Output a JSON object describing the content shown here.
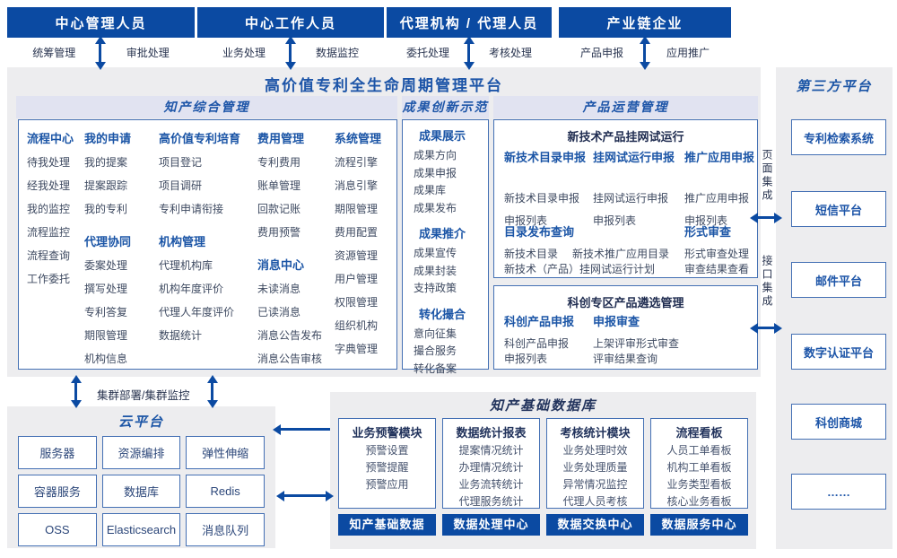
{
  "colors": {
    "bar_blue": "#0b4aa2",
    "accent_blue": "#1d55a8",
    "band_bg": "#e1e3f1",
    "panel_bg": "#ededef",
    "border_blue": "#4470b4",
    "item_text": "#3e4a61",
    "dark_navy": "#1f2c50"
  },
  "actors": [
    {
      "title": "中心管理人员",
      "labels": [
        "统筹管理",
        "审批处理"
      ]
    },
    {
      "title": "中心工作人员",
      "labels": [
        "业务处理",
        "数据监控"
      ]
    },
    {
      "title": "代理机构 / 代理人员",
      "labels": [
        "委托处理",
        "考核处理"
      ]
    },
    {
      "title": "产业链企业",
      "labels": [
        "产品申报",
        "应用推广"
      ]
    }
  ],
  "platform": {
    "title": "高价值专利全生命周期管理平台",
    "ip": {
      "title": "知产综合管理",
      "groups": [
        {
          "title": "流程中心",
          "items": [
            "待我处理",
            "经我处理",
            "我的监控",
            "流程监控",
            "流程查询",
            "工作委托"
          ]
        },
        {
          "title": "我的申请",
          "items": [
            "我的提案",
            "提案跟踪",
            "我的专利"
          ]
        },
        {
          "title": "代理协同",
          "items": [
            "委案处理",
            "撰写处理",
            "专利答复",
            "期限管理",
            "机构信息"
          ]
        },
        {
          "title": "高价值专利培育",
          "items": [
            "项目登记",
            "项目调研",
            "专利申请衔接"
          ]
        },
        {
          "title": "机构管理",
          "items": [
            "代理机构库",
            "机构年度评价",
            "代理人年度评价",
            "数据统计"
          ]
        },
        {
          "title": "费用管理",
          "items": [
            "专利费用",
            "账单管理",
            "回款记账",
            "费用预警"
          ]
        },
        {
          "title": "消息中心",
          "items": [
            "未读消息",
            "已读消息",
            "消息公告发布",
            "消息公告审核"
          ]
        },
        {
          "title": "系统管理",
          "items": [
            "流程引擎",
            "消息引擎",
            "期限管理",
            "费用配置",
            "资源管理",
            "用户管理",
            "权限管理",
            "组织机构",
            "字典管理"
          ]
        }
      ]
    },
    "achievement": {
      "title": "成果创新示范",
      "groups": [
        {
          "title": "成果展示",
          "items": [
            "成果方向",
            "成果申报",
            "成果库",
            "成果发布"
          ]
        },
        {
          "title": "成果推介",
          "items": [
            "成果宣传",
            "成果封装",
            "支持政策"
          ]
        },
        {
          "title": "转化撮合",
          "items": [
            "意向征集",
            "撮合服务",
            "转化备案"
          ]
        }
      ]
    },
    "product": {
      "title": "产品运营管理",
      "box1": {
        "title": "新技术产品挂网试运行",
        "groups": [
          {
            "title": "新技术目录申报",
            "items": [
              "新技术目录申报",
              "申报列表"
            ]
          },
          {
            "title": "挂网试运行申报",
            "items": [
              "挂网试运行申报",
              "申报列表"
            ]
          },
          {
            "title": "推广应用申报",
            "items": [
              "推广应用申报",
              "申报列表"
            ]
          },
          {
            "title": "目录发布查询",
            "items": [
              "新技术目录",
              "新技术推广应用目录",
              "新技术（产品）挂网试运行计划"
            ]
          },
          {
            "title": "形式审查",
            "items": [
              "形式审查处理",
              "审查结果查看"
            ]
          }
        ]
      },
      "box2": {
        "title": "科创专区产品遴选管理",
        "groups": [
          {
            "title": "科创产品申报",
            "items": [
              "科创产品申报",
              "申报列表"
            ]
          },
          {
            "title": "申报审查",
            "items": [
              "上架评审形式审查",
              "评审结果查询"
            ]
          }
        ]
      }
    }
  },
  "cluster_label": "集群部署/集群监控",
  "cloud": {
    "title": "云平台",
    "cells": [
      "服务器",
      "资源编排",
      "弹性伸缩",
      "容器服务",
      "数据库",
      "Redis",
      "OSS",
      "Elasticsearch",
      "消息队列"
    ]
  },
  "database": {
    "title": "知产基础数据库",
    "modules": [
      {
        "title": "业务预警模块",
        "items": [
          "预警设置",
          "预警提醒",
          "预警应用"
        ],
        "button": "知产基础数据"
      },
      {
        "title": "数据统计报表",
        "items": [
          "提案情况统计",
          "办理情况统计",
          "业务流转统计",
          "代理服务统计"
        ],
        "button": "数据处理中心"
      },
      {
        "title": "考核统计模块",
        "items": [
          "业务处理时效",
          "业务处理质量",
          "异常情况监控",
          "代理人员考核"
        ],
        "button": "数据交换中心"
      },
      {
        "title": "流程看板",
        "items": [
          "人员工单看板",
          "机构工单看板",
          "业务类型看板",
          "核心业务看板"
        ],
        "button": "数据服务中心"
      }
    ]
  },
  "third_party": {
    "title": "第三方平台",
    "boxes": [
      "专利检索系统",
      "短信平台",
      "邮件平台",
      "数字认证平台",
      "科创商城",
      "……"
    ],
    "annotations": [
      "页面集成",
      "接口集成"
    ]
  }
}
